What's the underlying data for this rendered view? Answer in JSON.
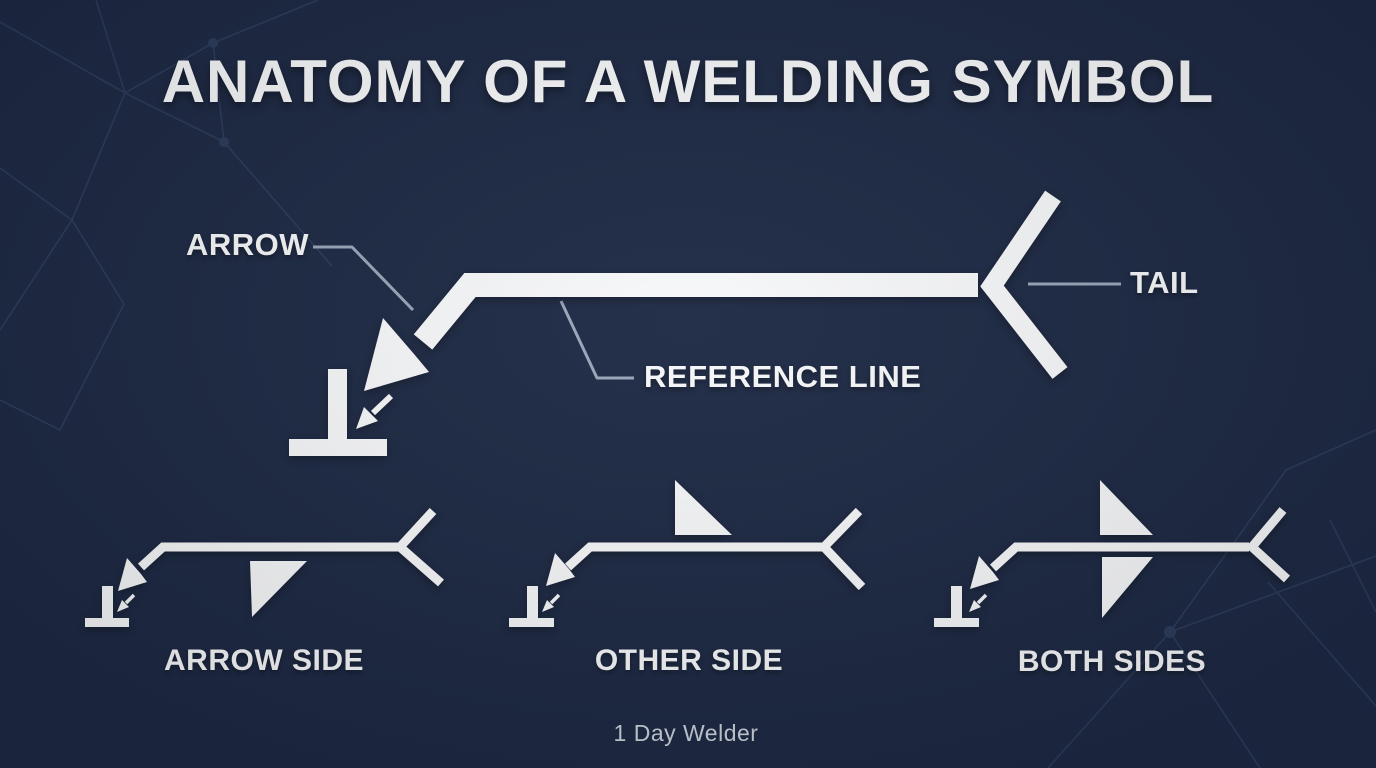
{
  "title": "ANATOMY OF A WELDING SYMBOL",
  "colors": {
    "bg": "#1e2a45",
    "fg": "#f7f8fa",
    "leader": "#9aa6ba",
    "net": "#2c3c5c",
    "footer": "#ccd3dd"
  },
  "main_symbol": {
    "labels": {
      "arrow": "ARROW",
      "reference_line": "REFERENCE LINE",
      "tail": "TAIL"
    }
  },
  "examples": [
    {
      "label": "ARROW SIDE",
      "fillet_symbol_position": "below reference line"
    },
    {
      "label": "OTHER SIDE",
      "fillet_symbol_position": "above reference line"
    },
    {
      "label": "BOTH SIDES",
      "fillet_symbol_position": "above and below reference line"
    }
  ],
  "footer": {
    "credit": "1 Day Welder"
  }
}
